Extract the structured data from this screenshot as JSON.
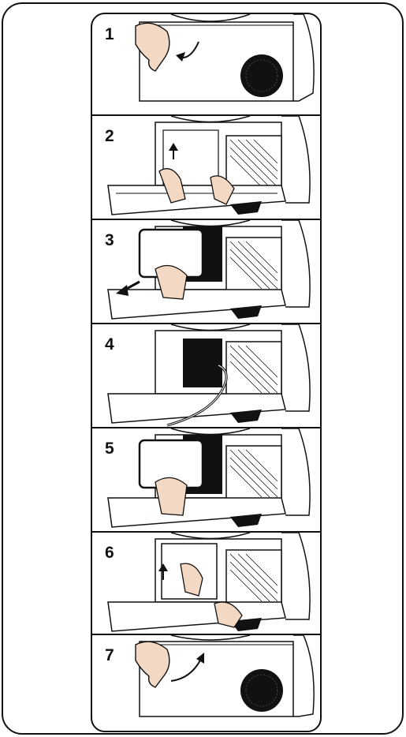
{
  "steps": [
    {
      "number": "1",
      "illustration": "close-door-hand-icon",
      "action": "open-panel"
    },
    {
      "number": "2",
      "illustration": "open-panel-icon",
      "action": "remove-filter"
    },
    {
      "number": "3",
      "illustration": "pull-filter-icon",
      "action": "pull-out"
    },
    {
      "number": "4",
      "illustration": "clean-chamber-icon",
      "action": "clean"
    },
    {
      "number": "5",
      "illustration": "insert-filter-icon",
      "action": "insert"
    },
    {
      "number": "6",
      "illustration": "lock-filter-icon",
      "action": "lock"
    },
    {
      "number": "7",
      "illustration": "close-panel-hand-icon",
      "action": "close-panel"
    }
  ],
  "colors": {
    "line": "#111111",
    "skin": "#f3d9c4",
    "fill": "#ffffff"
  }
}
